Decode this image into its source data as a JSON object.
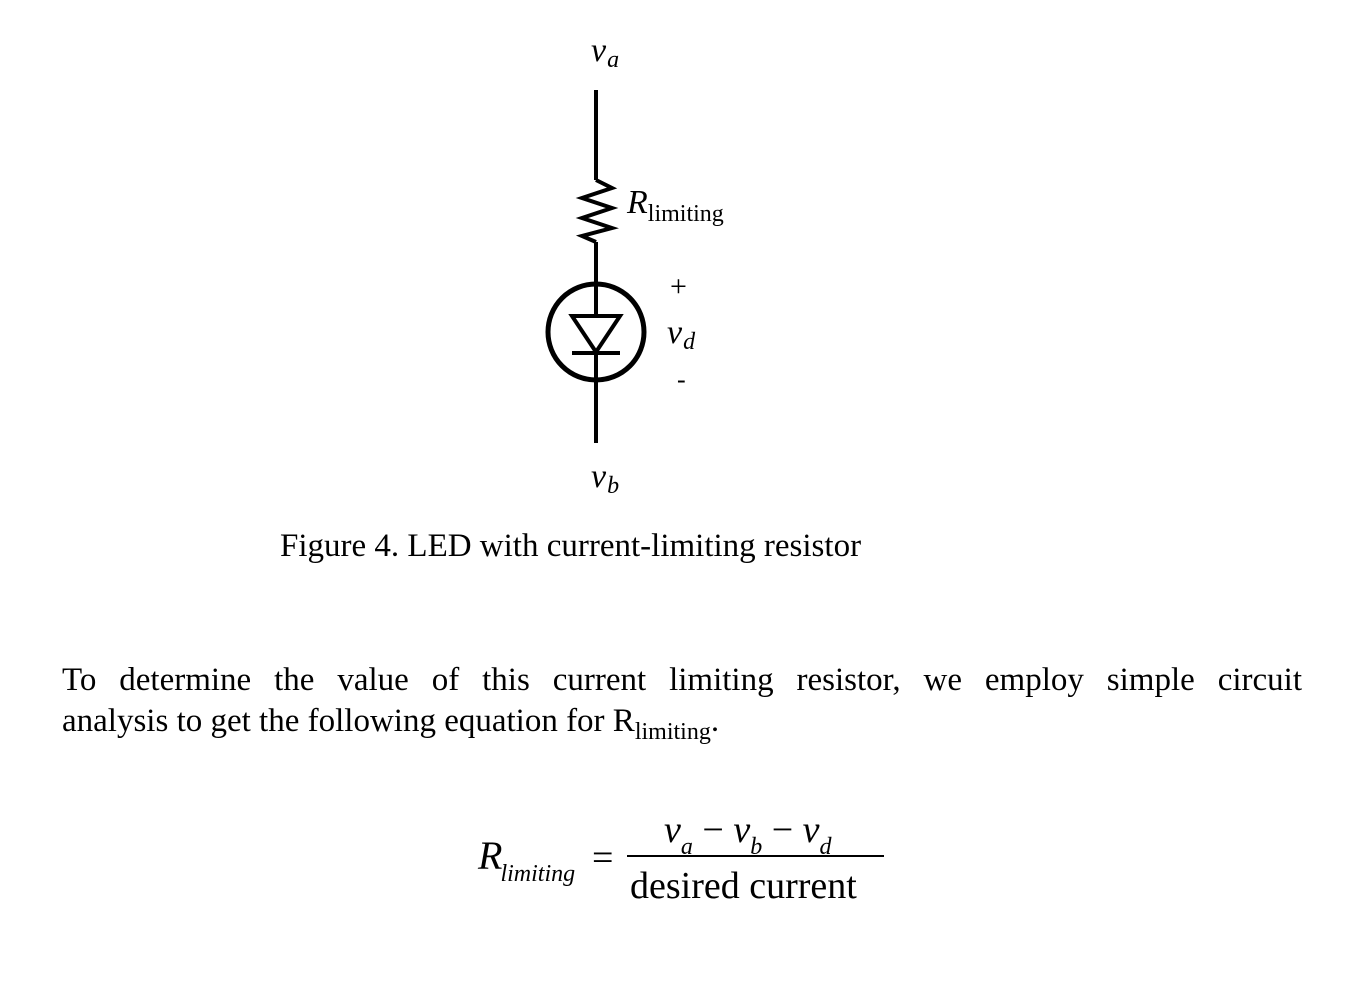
{
  "circuit": {
    "va_base": "v",
    "va_sub": "a",
    "r_base": "R",
    "r_sub": "limiting",
    "plus": "+",
    "vd_base": "v",
    "vd_sub": "d",
    "minus": "-",
    "vb_base": "v",
    "vb_sub": "b"
  },
  "caption": "Figure 4.  LED with current-limiting resistor",
  "paragraph": {
    "line1": "To determine the value of this current limiting resistor, we employ simple circuit",
    "line2_before": "analysis to get the following equation for R",
    "line2_sub": "limiting",
    "line2_after": "."
  },
  "equation": {
    "lhs_base": "R",
    "lhs_sub": "limiting",
    "equals": "=",
    "num_v1": "v",
    "num_s1": "a",
    "num_op1": " − ",
    "num_v2": "v",
    "num_s2": "b",
    "num_op2": " − ",
    "num_v3": "v",
    "num_s3": "d",
    "denominator": "desired current"
  }
}
